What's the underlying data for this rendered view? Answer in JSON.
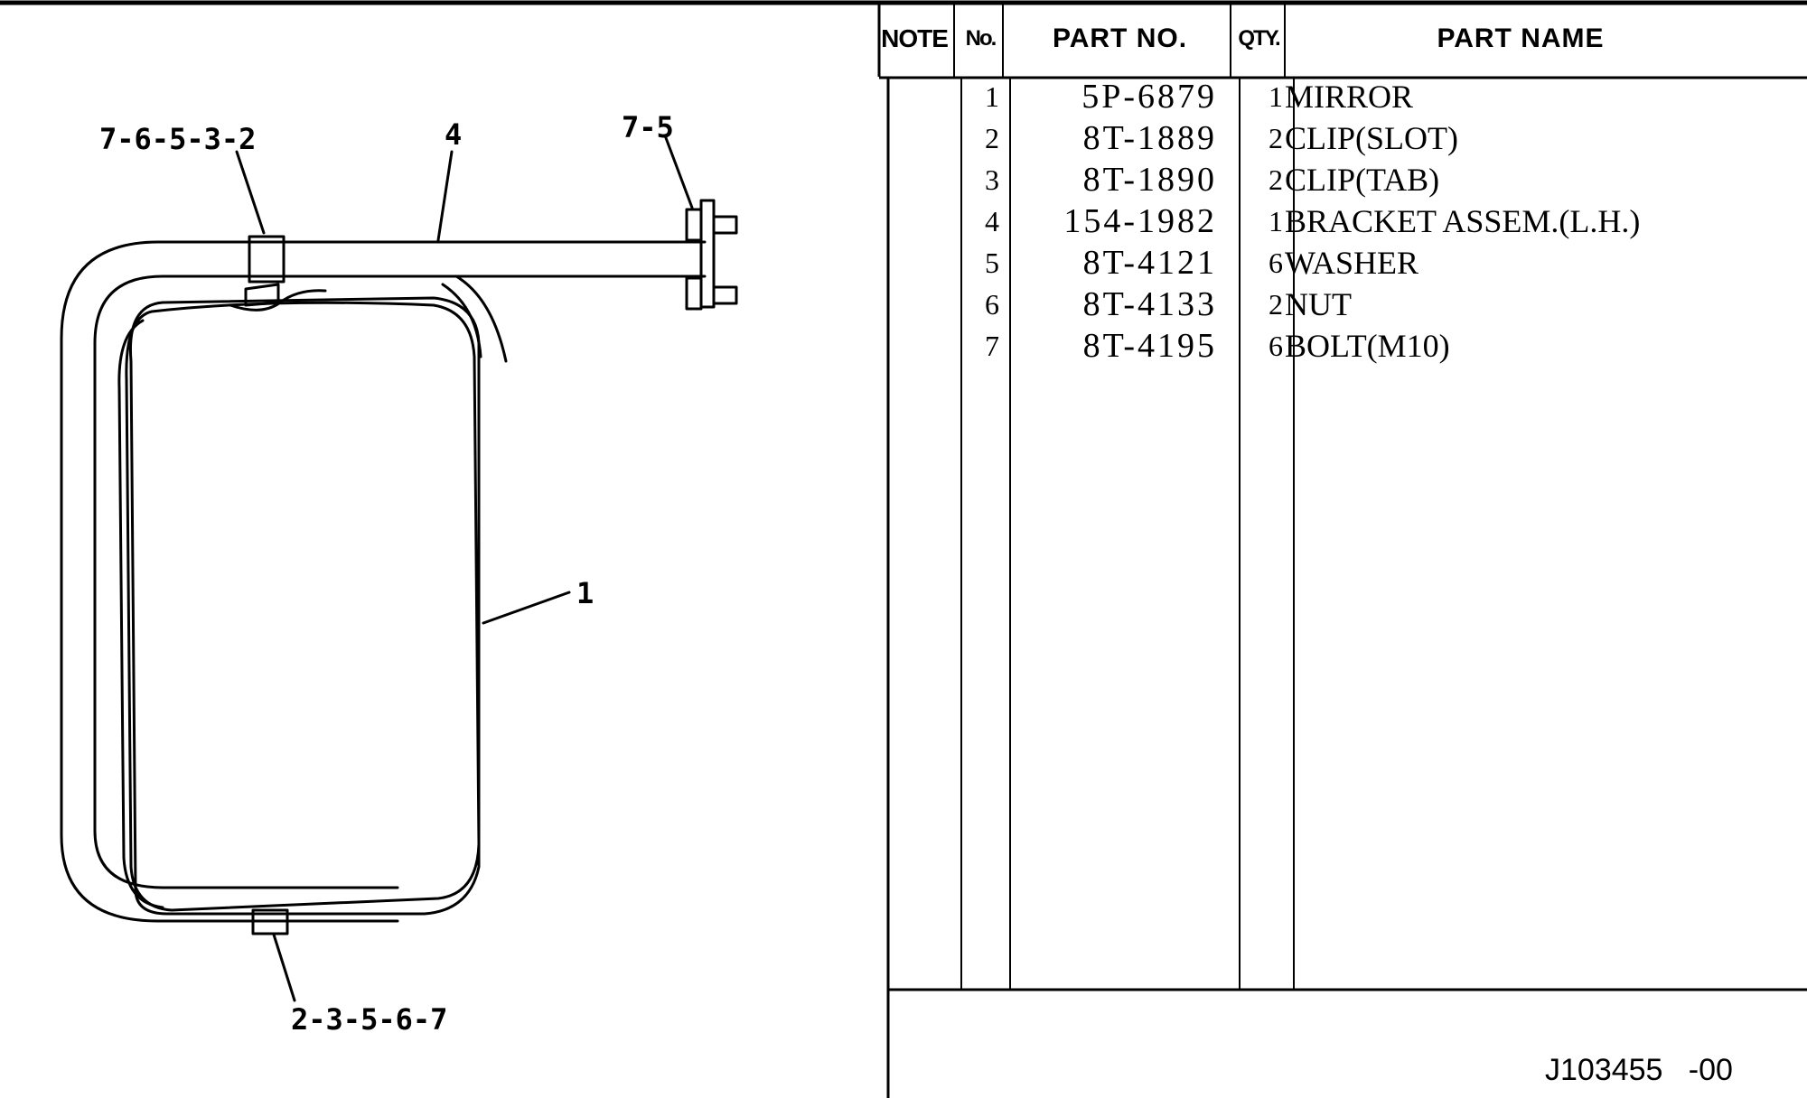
{
  "callouts": {
    "top_left": "7-6-5-3-2",
    "top_mid": "4",
    "top_right": "7-5",
    "right": "1",
    "bottom": "2-3-5-6-7"
  },
  "table": {
    "headers": {
      "note": "NOTE",
      "no": "No.",
      "part_no": "PART NO.",
      "qty": "QTY.",
      "part_name": "PART NAME"
    },
    "rows": [
      {
        "no": "1",
        "part_no": "5P-6879",
        "qty": "1",
        "part_name": "MIRROR"
      },
      {
        "no": "2",
        "part_no": "8T-1889",
        "qty": "2",
        "part_name": "CLIP(SLOT)"
      },
      {
        "no": "3",
        "part_no": "8T-1890",
        "qty": "2",
        "part_name": "CLIP(TAB)"
      },
      {
        "no": "4",
        "part_no": "154-1982",
        "qty": "1",
        "part_name": "BRACKET ASSEM.(L.H.)"
      },
      {
        "no": "5",
        "part_no": "8T-4121",
        "qty": "6",
        "part_name": "WASHER"
      },
      {
        "no": "6",
        "part_no": "8T-4133",
        "qty": "2",
        "part_name": "NUT"
      },
      {
        "no": "7",
        "part_no": "8T-4195",
        "qty": "6",
        "part_name": "BOLT(M10)"
      }
    ]
  },
  "drawing_number": "J103455   -00"
}
